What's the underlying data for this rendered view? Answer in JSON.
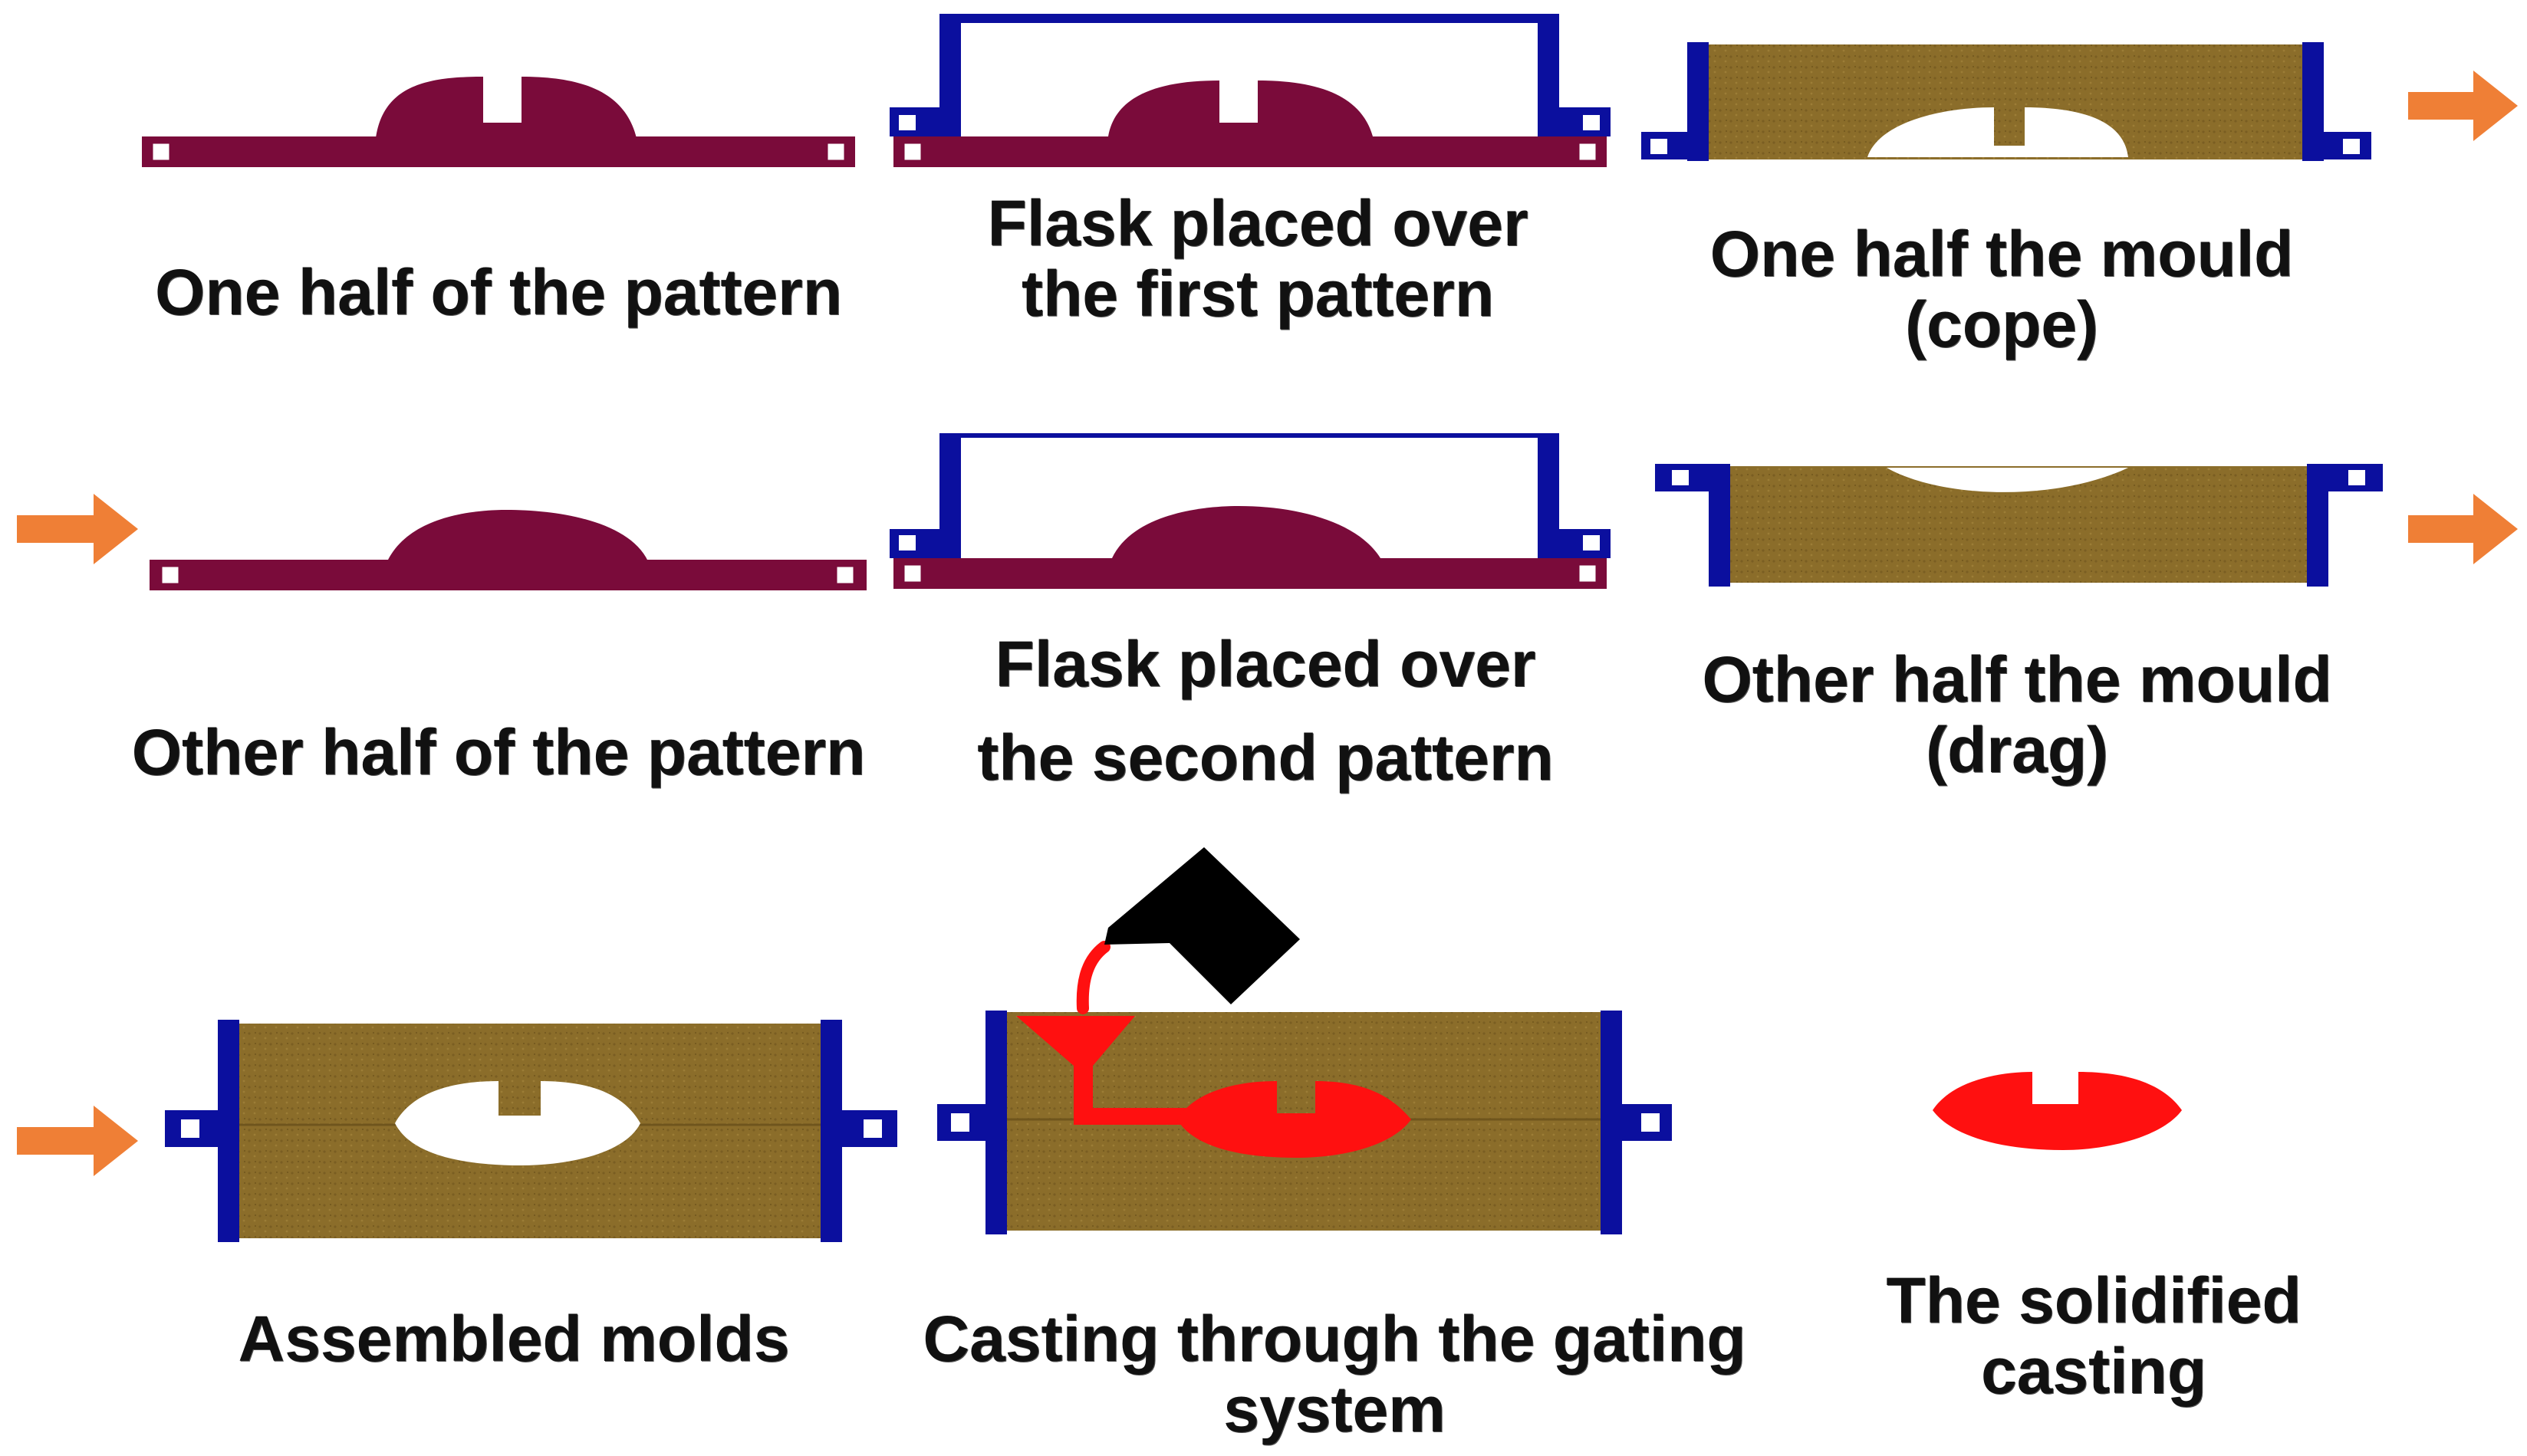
{
  "captions": {
    "pattern_half_one": "One half of the pattern",
    "flask_first": [
      "Flask placed over",
      "the first pattern"
    ],
    "cope": [
      "One half  the mould",
      "(cope)"
    ],
    "pattern_half_other": "Other half of the pattern",
    "flask_second": [
      "Flask placed over",
      "the second pattern"
    ],
    "drag": [
      "Other half  the mould",
      "(drag)"
    ],
    "assembled": "Assembled molds",
    "casting": [
      "Casting through the gating",
      "system"
    ],
    "solidified": [
      "The solidified",
      "casting"
    ]
  },
  "colors": {
    "pattern": "#7a0b3a",
    "flask": "#0b0f9e",
    "sand": "#8b6d2a",
    "molten_metal": "#ff1010",
    "ladle": "#000000",
    "arrow": "#ef7f36",
    "cavity": "#ffffff"
  }
}
